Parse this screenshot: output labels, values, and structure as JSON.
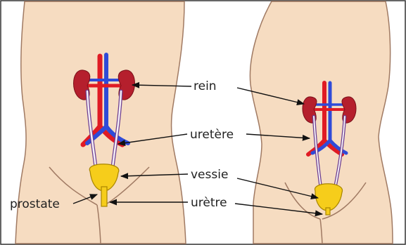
{
  "labels": {
    "rein": "rein",
    "uretere": "uretère",
    "vessie": "vessie",
    "uretre": "urètre",
    "prostate": "prostate"
  },
  "colors": {
    "skin": "#f6dcc1",
    "skin_outline": "#a07a63",
    "kidney": "#b51f2d",
    "artery": "#e01b24",
    "vein": "#2f4bd8",
    "ureter": "#f4eef7",
    "ureter_outline": "#6d3e8f",
    "bladder": "#f6cd1b",
    "bladder_outline": "#a98600",
    "arrow": "#111111"
  }
}
